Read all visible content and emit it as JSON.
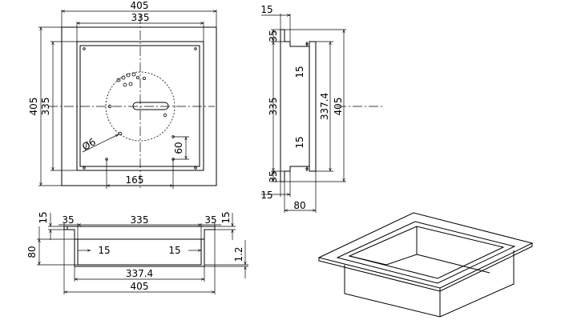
{
  "front_view": {
    "outer_width": "405",
    "inner_width": "335",
    "outer_height": "405",
    "inner_height": "335",
    "hole_diameter": "Ø6",
    "hole_offset": "60",
    "hole_spacing": "165"
  },
  "side_view": {
    "flange_thickness_top": "15",
    "lip_width_top": "35",
    "step_upper": "15",
    "inner_height": "335",
    "body_height": "337.4",
    "outer_height": "405",
    "step_lower": "15",
    "lip_width_bottom": "35",
    "flange_thickness_bottom": "15",
    "depth": "80"
  },
  "section_view": {
    "flange_thickness_left": "15",
    "lip_left": "35",
    "inner_width": "335",
    "lip_right": "35",
    "flange_thickness_right": "15",
    "depth": "80",
    "step_left": "15",
    "step_right": "15",
    "wall_thickness": "1.2",
    "body_width": "337.4",
    "outer_width": "405"
  },
  "colors": {
    "line": "#000000",
    "background": "#ffffff"
  }
}
